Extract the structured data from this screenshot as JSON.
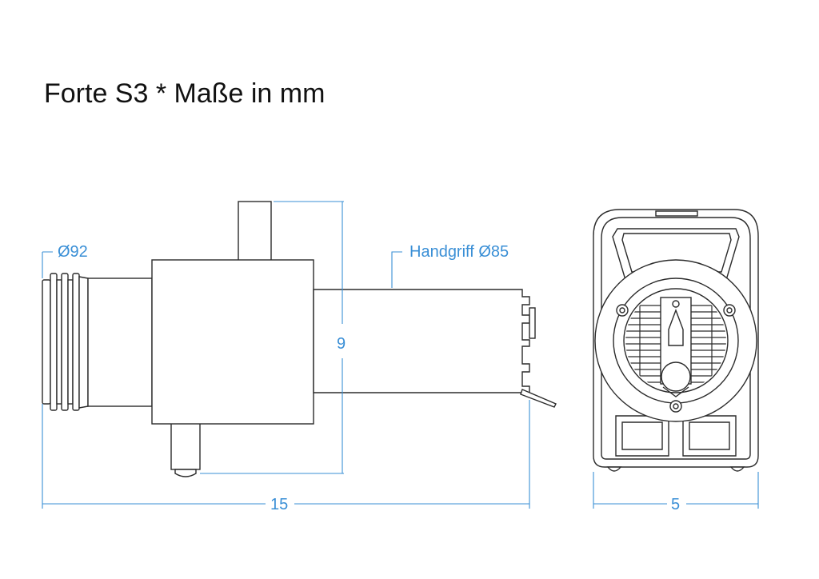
{
  "title": "Forte S3 * Maße in mm",
  "labels": {
    "inlet_diameter": "Ø92",
    "handle_diameter": "Handgriff Ø85",
    "height": "9",
    "length": "15",
    "width": "5"
  },
  "colors": {
    "outline": "#2b2b2b",
    "dimension": "#3a8fd6",
    "text": "#111111"
  }
}
